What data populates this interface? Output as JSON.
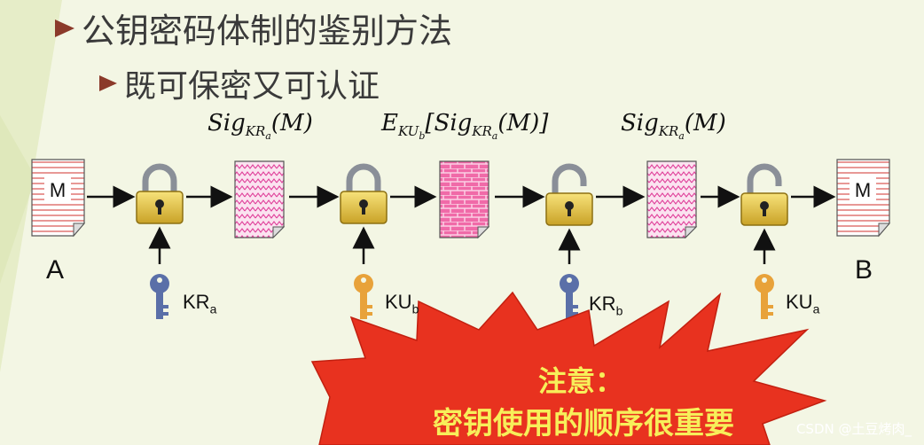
{
  "bullets": {
    "level1": "公钥密码体制的鉴别方法",
    "level2": "既可保密又可认证"
  },
  "diagram": {
    "formulas": {
      "f1_main": "Sig",
      "f1_sub": "KR",
      "f1_subsub": "a",
      "f1_tail": "(M)",
      "f2_e": "E",
      "f2_esub": "KU",
      "f2_esubsub": "b",
      "f2_open": "[Sig",
      "f2_sub": "KR",
      "f2_subsub": "a",
      "f2_tail": "(M)]",
      "f3_main": "Sig",
      "f3_sub": "KR",
      "f3_subsub": "a",
      "f3_tail": "(M)"
    },
    "documents": {
      "plain_letter": "M"
    },
    "parties": {
      "sender": "A",
      "receiver": "B"
    },
    "keys": [
      {
        "main": "KR",
        "sub": "a",
        "color": "#5a6fa8"
      },
      {
        "main": "KU",
        "sub": "b",
        "color": "#e8a23a"
      },
      {
        "main": "KR",
        "sub": "b",
        "color": "#5a6fa8"
      },
      {
        "main": "KU",
        "sub": "a",
        "color": "#e8a23a"
      }
    ]
  },
  "callout": {
    "line1": "注意：",
    "line2": "密钥使用的顺序很重要",
    "color": "#e8321f"
  },
  "watermark": "CSDN @土豆烤肉_"
}
